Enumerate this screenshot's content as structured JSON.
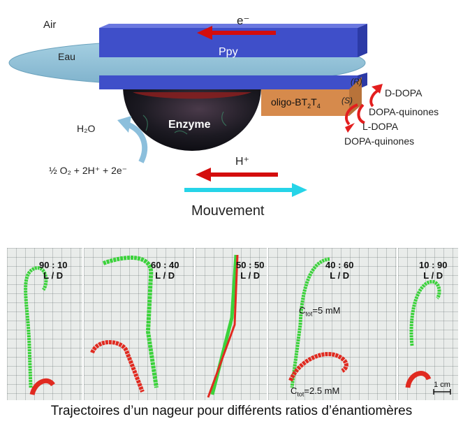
{
  "top": {
    "air": "Air",
    "eau": "Eau",
    "electron": "e⁻",
    "ppy": "Ppy",
    "enzyme": "Enzyme",
    "oligo_main": "oligo-BT",
    "oligo_sub1": "2",
    "oligo_t": "T",
    "oligo_sub2": "4",
    "r_label": "(R)",
    "s_label": "(S)",
    "d_dopa": "D-DOPA",
    "dopa_quinones_1": "DOPA-quinones",
    "l_dopa": "L-DOPA",
    "dopa_quinones_2": "DOPA-quinones",
    "h2o": "H₂O",
    "reaction": "½ O₂ + 2H⁺ + 2e⁻",
    "proton": "H⁺",
    "movement": "Mouvement"
  },
  "trajectories": {
    "panels": [
      {
        "ratio": "90 : 10",
        "ld": "L  / D"
      },
      {
        "ratio": "60 : 40",
        "ld": "L  / D"
      },
      {
        "ratio": "50 : 50",
        "ld": "L  / D"
      },
      {
        "ratio": "40 : 60",
        "ld": "L  / D"
      },
      {
        "ratio": "10 : 90",
        "ld": "L  / D"
      }
    ],
    "ctot_high_prefix": "C",
    "ctot_high_sub": "tot",
    "ctot_high_value": "=5 mM",
    "ctot_low_prefix": "C",
    "ctot_low_sub": "tot",
    "ctot_low_value": "=2.5 mM",
    "scale": "1 cm",
    "caption": "Trajectoires d’un nageur pour différents ratios d’énantiomères"
  },
  "colors": {
    "water": "#8fbfd6",
    "ppy": "#3f4fc9",
    "arrow_red": "#d40d0d",
    "movement_arrow": "#26d4e8",
    "oligo": "#d68a4c",
    "trajectory_green": "#3bd23b",
    "trajectory_red": "#e02a20"
  }
}
